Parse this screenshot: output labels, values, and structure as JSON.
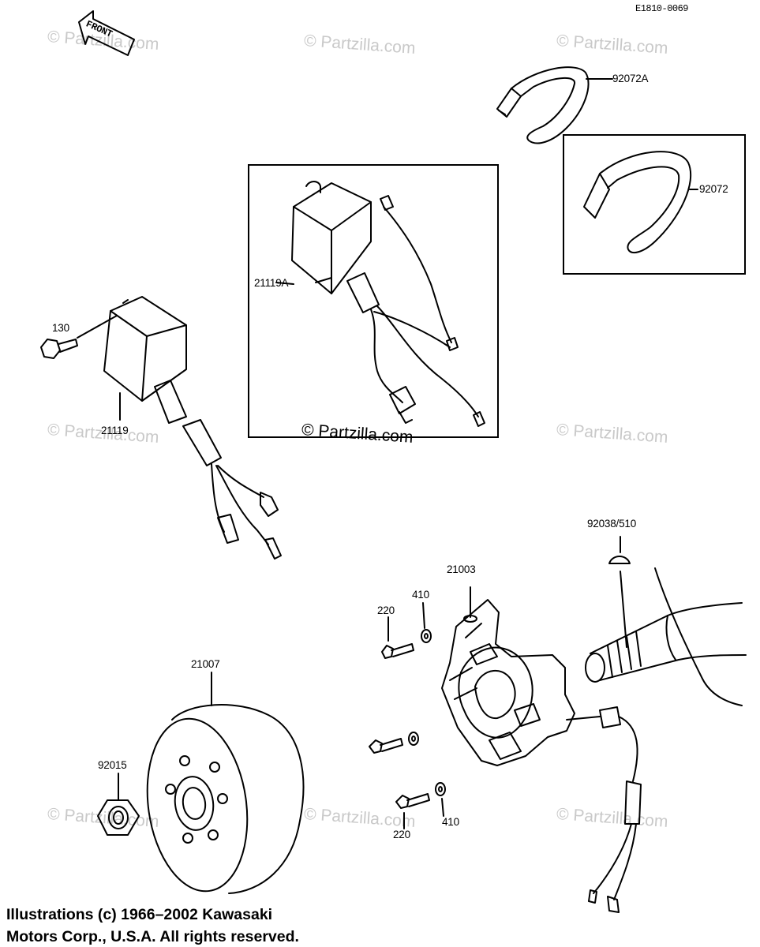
{
  "diagram_code": "E1810-0069",
  "front_label": "FRONT",
  "watermark_text": "© Partzilla.com",
  "center_watermark_text": "© Partzilla.com",
  "parts": {
    "p92072A": "92072A",
    "p92072": "92072",
    "p21119A": "21119A",
    "p130": "130",
    "p21119": "21119",
    "p92038": "92038/510",
    "p21003": "21003",
    "p410a": "410",
    "p220a": "220",
    "p21007": "21007",
    "p92015": "92015",
    "p220b": "220",
    "p410b": "410"
  },
  "copyright": {
    "line1": "Illustrations (c) 1966–2002 Kawasaki",
    "line2": "Motors Corp., U.S.A.  All rights reserved."
  }
}
